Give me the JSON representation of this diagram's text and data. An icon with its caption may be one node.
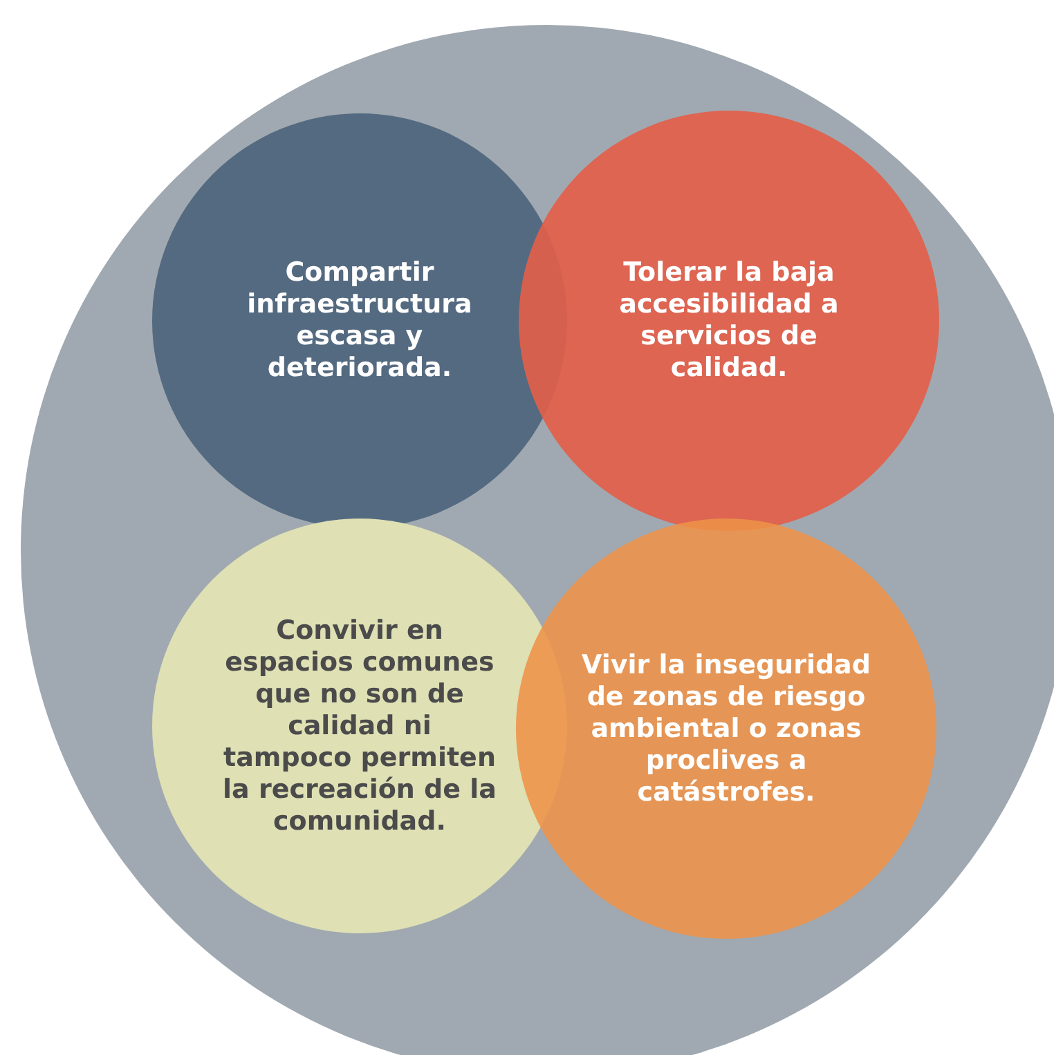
{
  "diagram": {
    "nodes": [
      {
        "text": [],
        "shape": "circle"
      },
      {
        "text": [
          "Compartir infraestructura escasa y deteriorada."
        ],
        "in": 0
      },
      {
        "text": [
          "Tolerar la baja accesibilidad a servicios de calidad."
        ],
        "in": 0
      },
      {
        "text": [
          "Convivir en espacios comunes que no son de calidad ni tampoco permiten la recreación de la comunidad."
        ],
        "in": 0
      },
      {
        "text": [
          "Vivir la inseguridad de zonas de riesgo ambiental o zonas proclives a catástrofes."
        ],
        "in": 0
      }
    ]
  }
}
